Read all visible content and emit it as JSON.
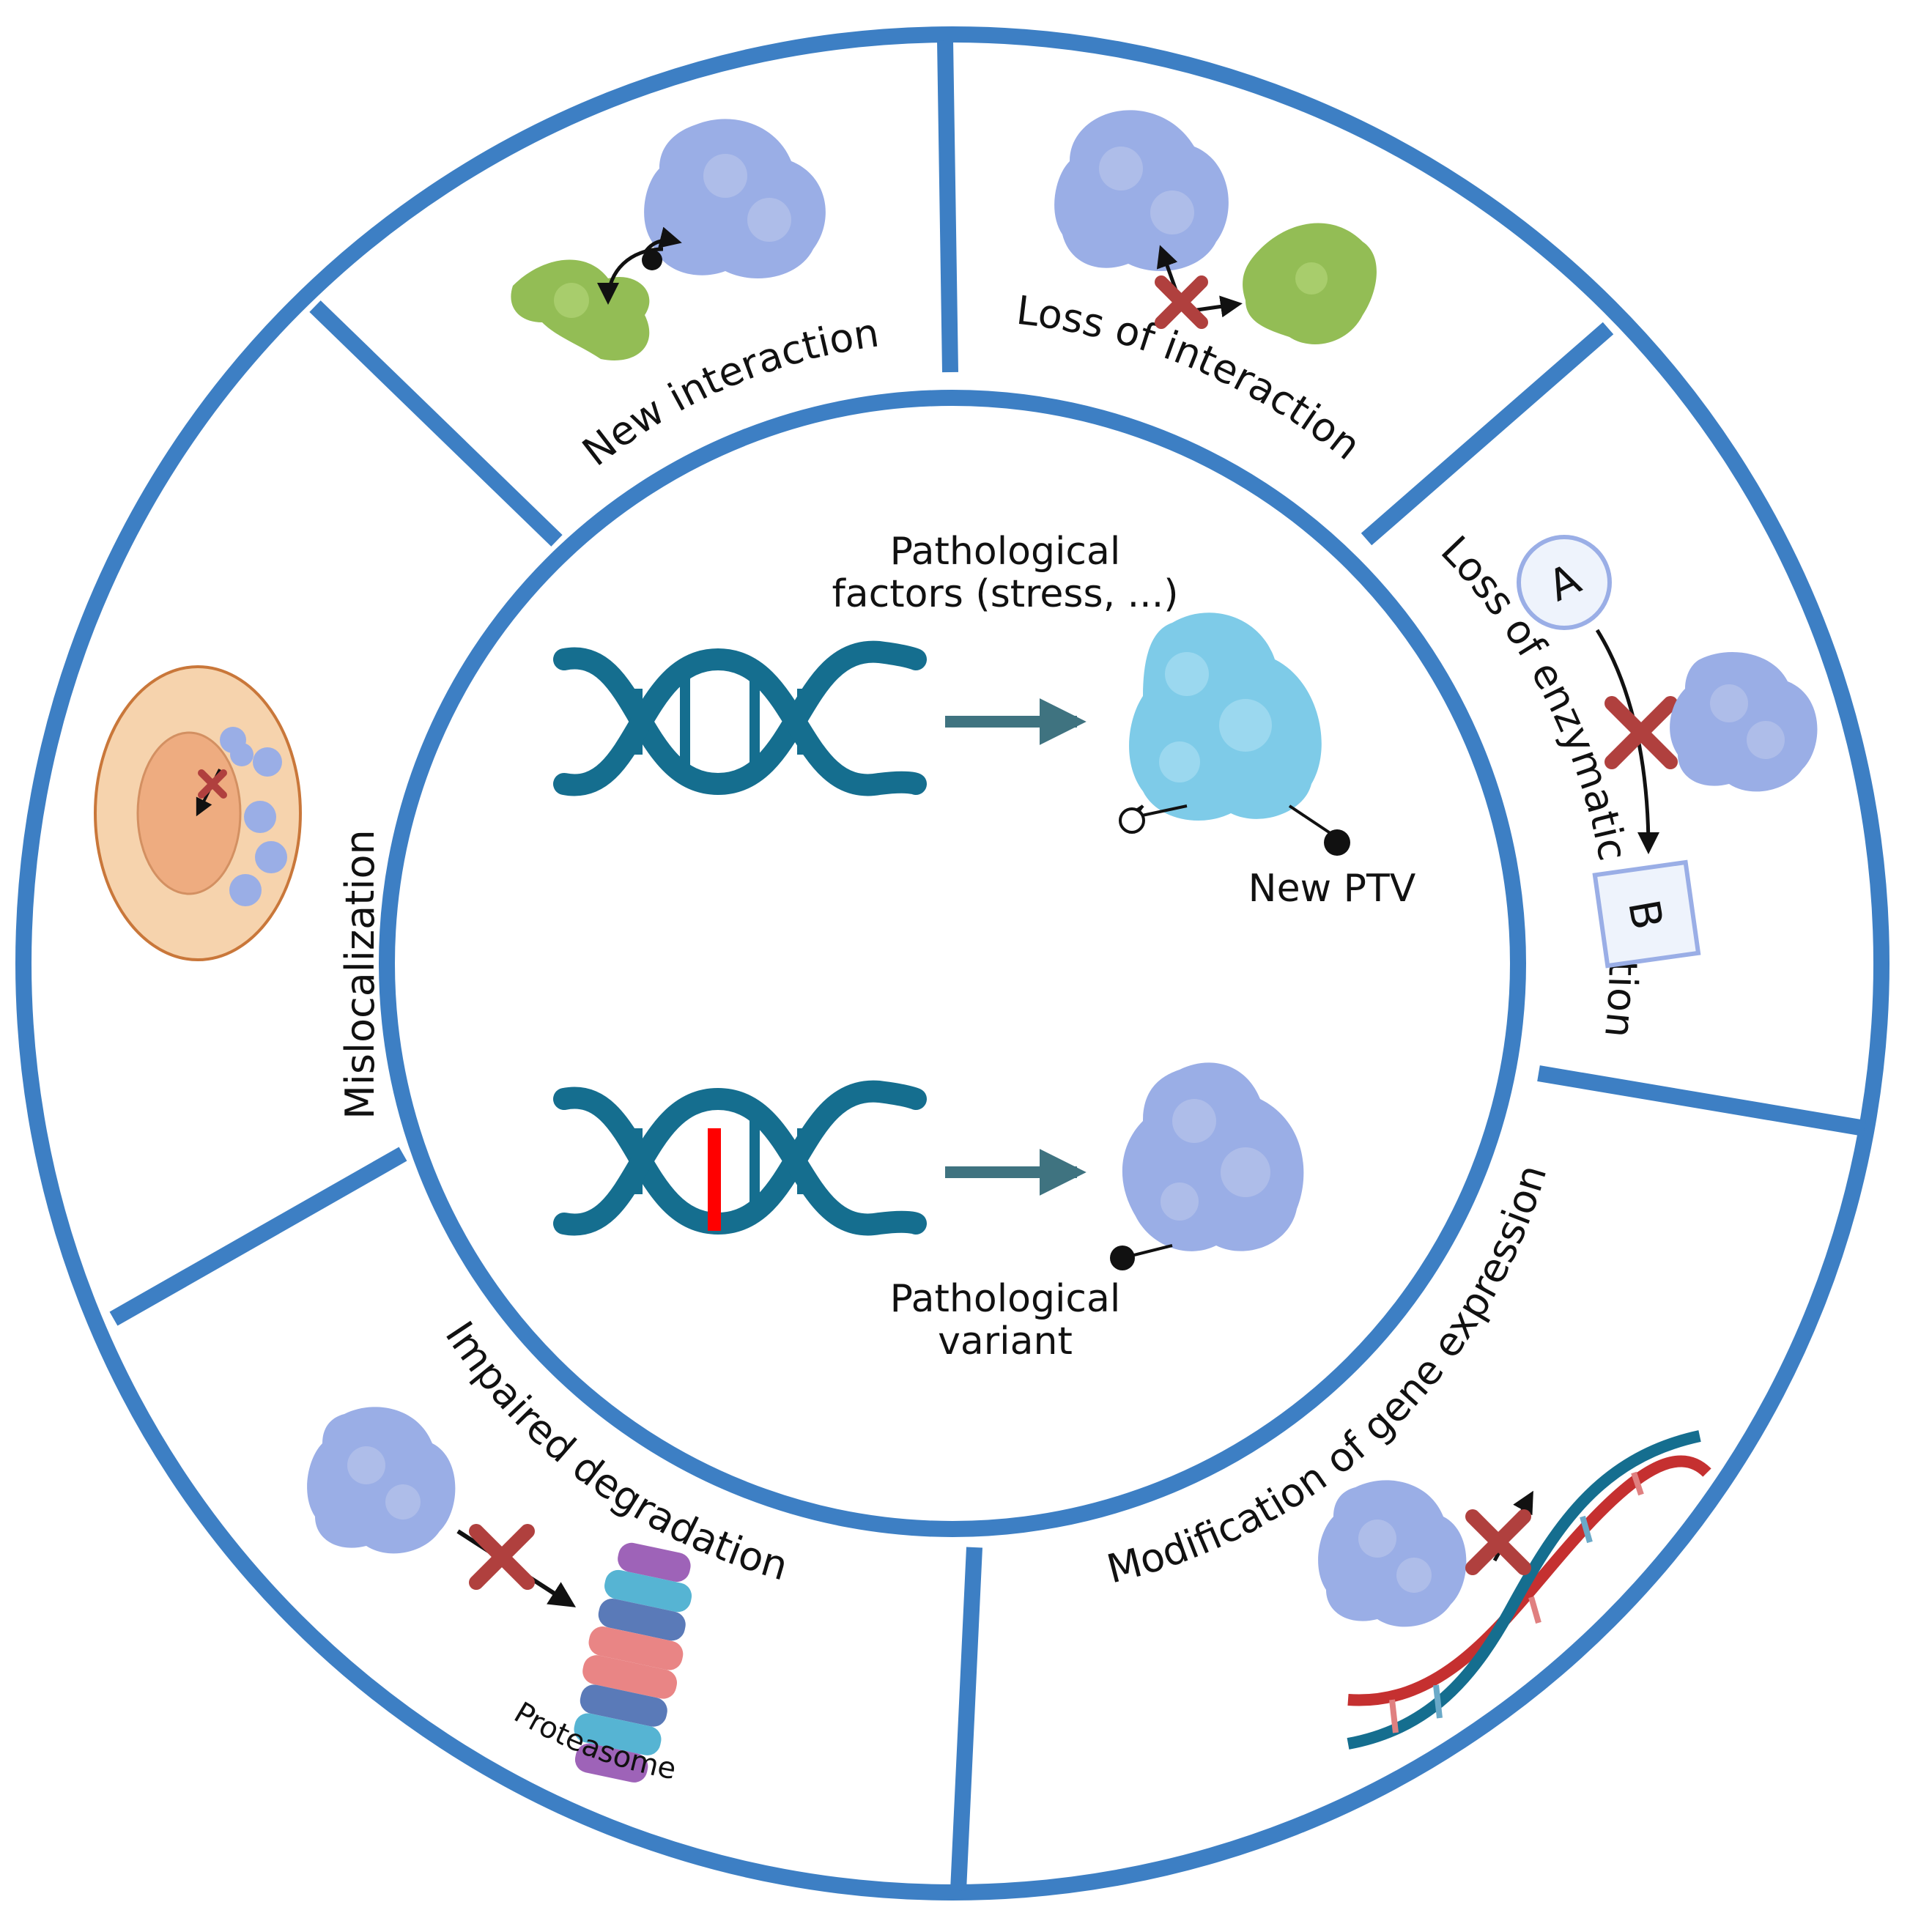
{
  "center": {
    "top_label_line1": "Pathological",
    "top_label_line2": "factors (stress, ...)",
    "top_protein_label": "New PTV",
    "bottom_label_line1": "Pathological",
    "bottom_label_line2": "variant"
  },
  "segments": {
    "new_interaction": "New interaction",
    "loss_of_interaction": "Loss of interaction",
    "loss_of_enzymatic_function": "Loss of enzymatic function",
    "modification_of_gene_expression": "Modification of gene expression",
    "impaired_degradation": "Impaired degradation",
    "mislocalization": "Mislocalization"
  },
  "enzymatic": {
    "substrate": "A",
    "product": "B"
  },
  "degradation": {
    "proteasome_label": "Proteasome"
  },
  "colors": {
    "ring": "#3d7fc4",
    "dna": "#156e8f",
    "mutation": "#ff0000",
    "protein": "#9aaee6",
    "protein_new": "#7ecbe8",
    "partner": "#93bd55",
    "cross": "#b0403e",
    "cell": "#f6d3ad",
    "nucleus": "#eeac80"
  }
}
